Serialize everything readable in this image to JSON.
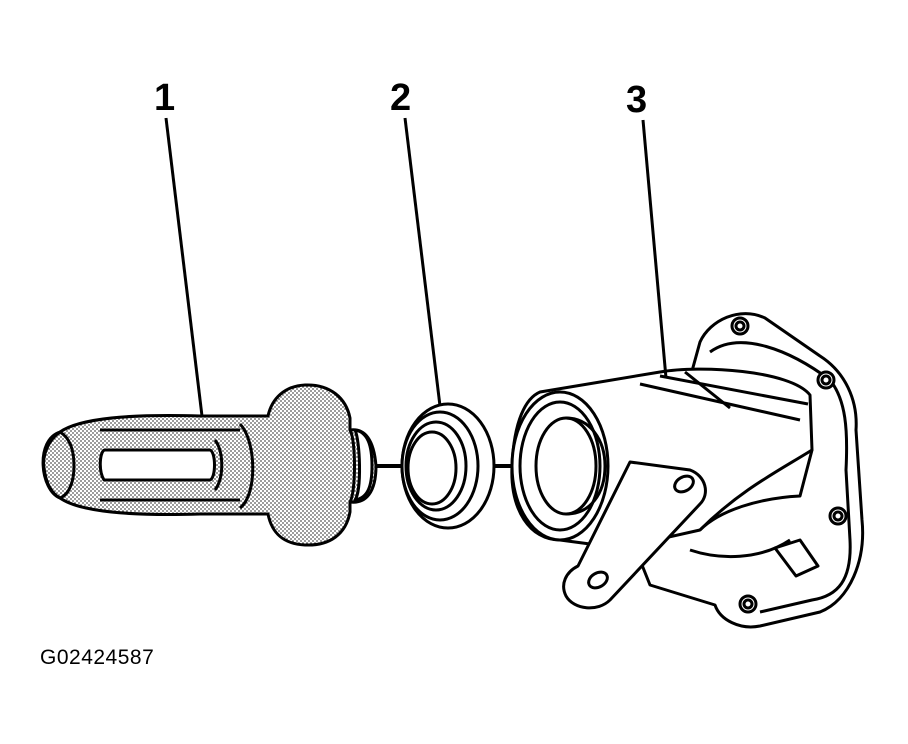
{
  "callouts": [
    {
      "label": "1"
    },
    {
      "label": "2"
    },
    {
      "label": "3"
    }
  ],
  "figure_id": "G02424587",
  "colors": {
    "ink": "#000000",
    "background": "#ffffff",
    "stipple": "#6a6a6a"
  }
}
